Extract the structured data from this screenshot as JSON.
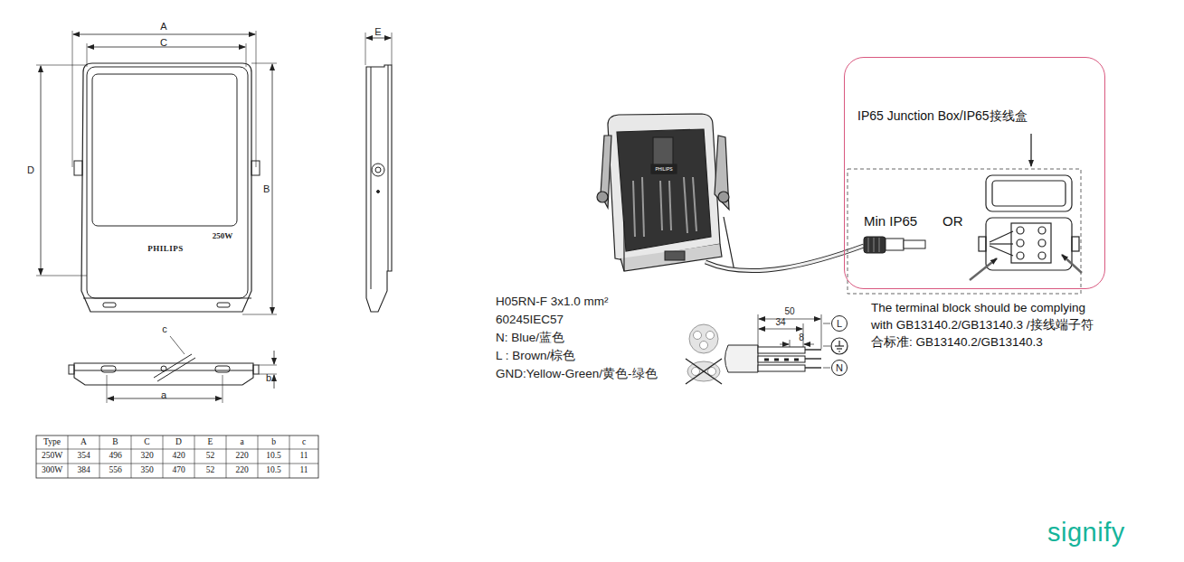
{
  "diagram": {
    "nodes": [
      {
        "text": [
          "IP65 Junction Box/IP65接线盒",
          "Min  IP65",
          "OR"
        ]
      },
      {
        "text": [
          "L"
        ]
      },
      {
        "text": [
          "N"
        ]
      }
    ],
    "labels": [
      "A",
      "C",
      "D",
      "B",
      "E",
      "250W",
      "PHILIPS",
      "PHILIPS",
      "c",
      "a",
      "b",
      "Type",
      "A",
      "B",
      "C",
      "D",
      "E",
      "a",
      "b",
      "c",
      "250W",
      "354",
      "496",
      "320",
      "420",
      "52",
      "220",
      "10.5",
      "11",
      "300W",
      "384",
      "556",
      "350",
      "470",
      "52",
      "220",
      "10.5",
      "11",
      "H05RN-F 3x1.0 mm²",
      "60245IEC57",
      "N: Blue/蓝色",
      "L : Brown/棕色",
      "GND:Yellow-Green/黄色-绿色",
      "50",
      "34",
      "8",
      "The terminal block should be complying with GB13140.2/GB13140.3 /接线端子符合标准: GB13140.2/GB13140.3",
      "signify"
    ]
  }
}
